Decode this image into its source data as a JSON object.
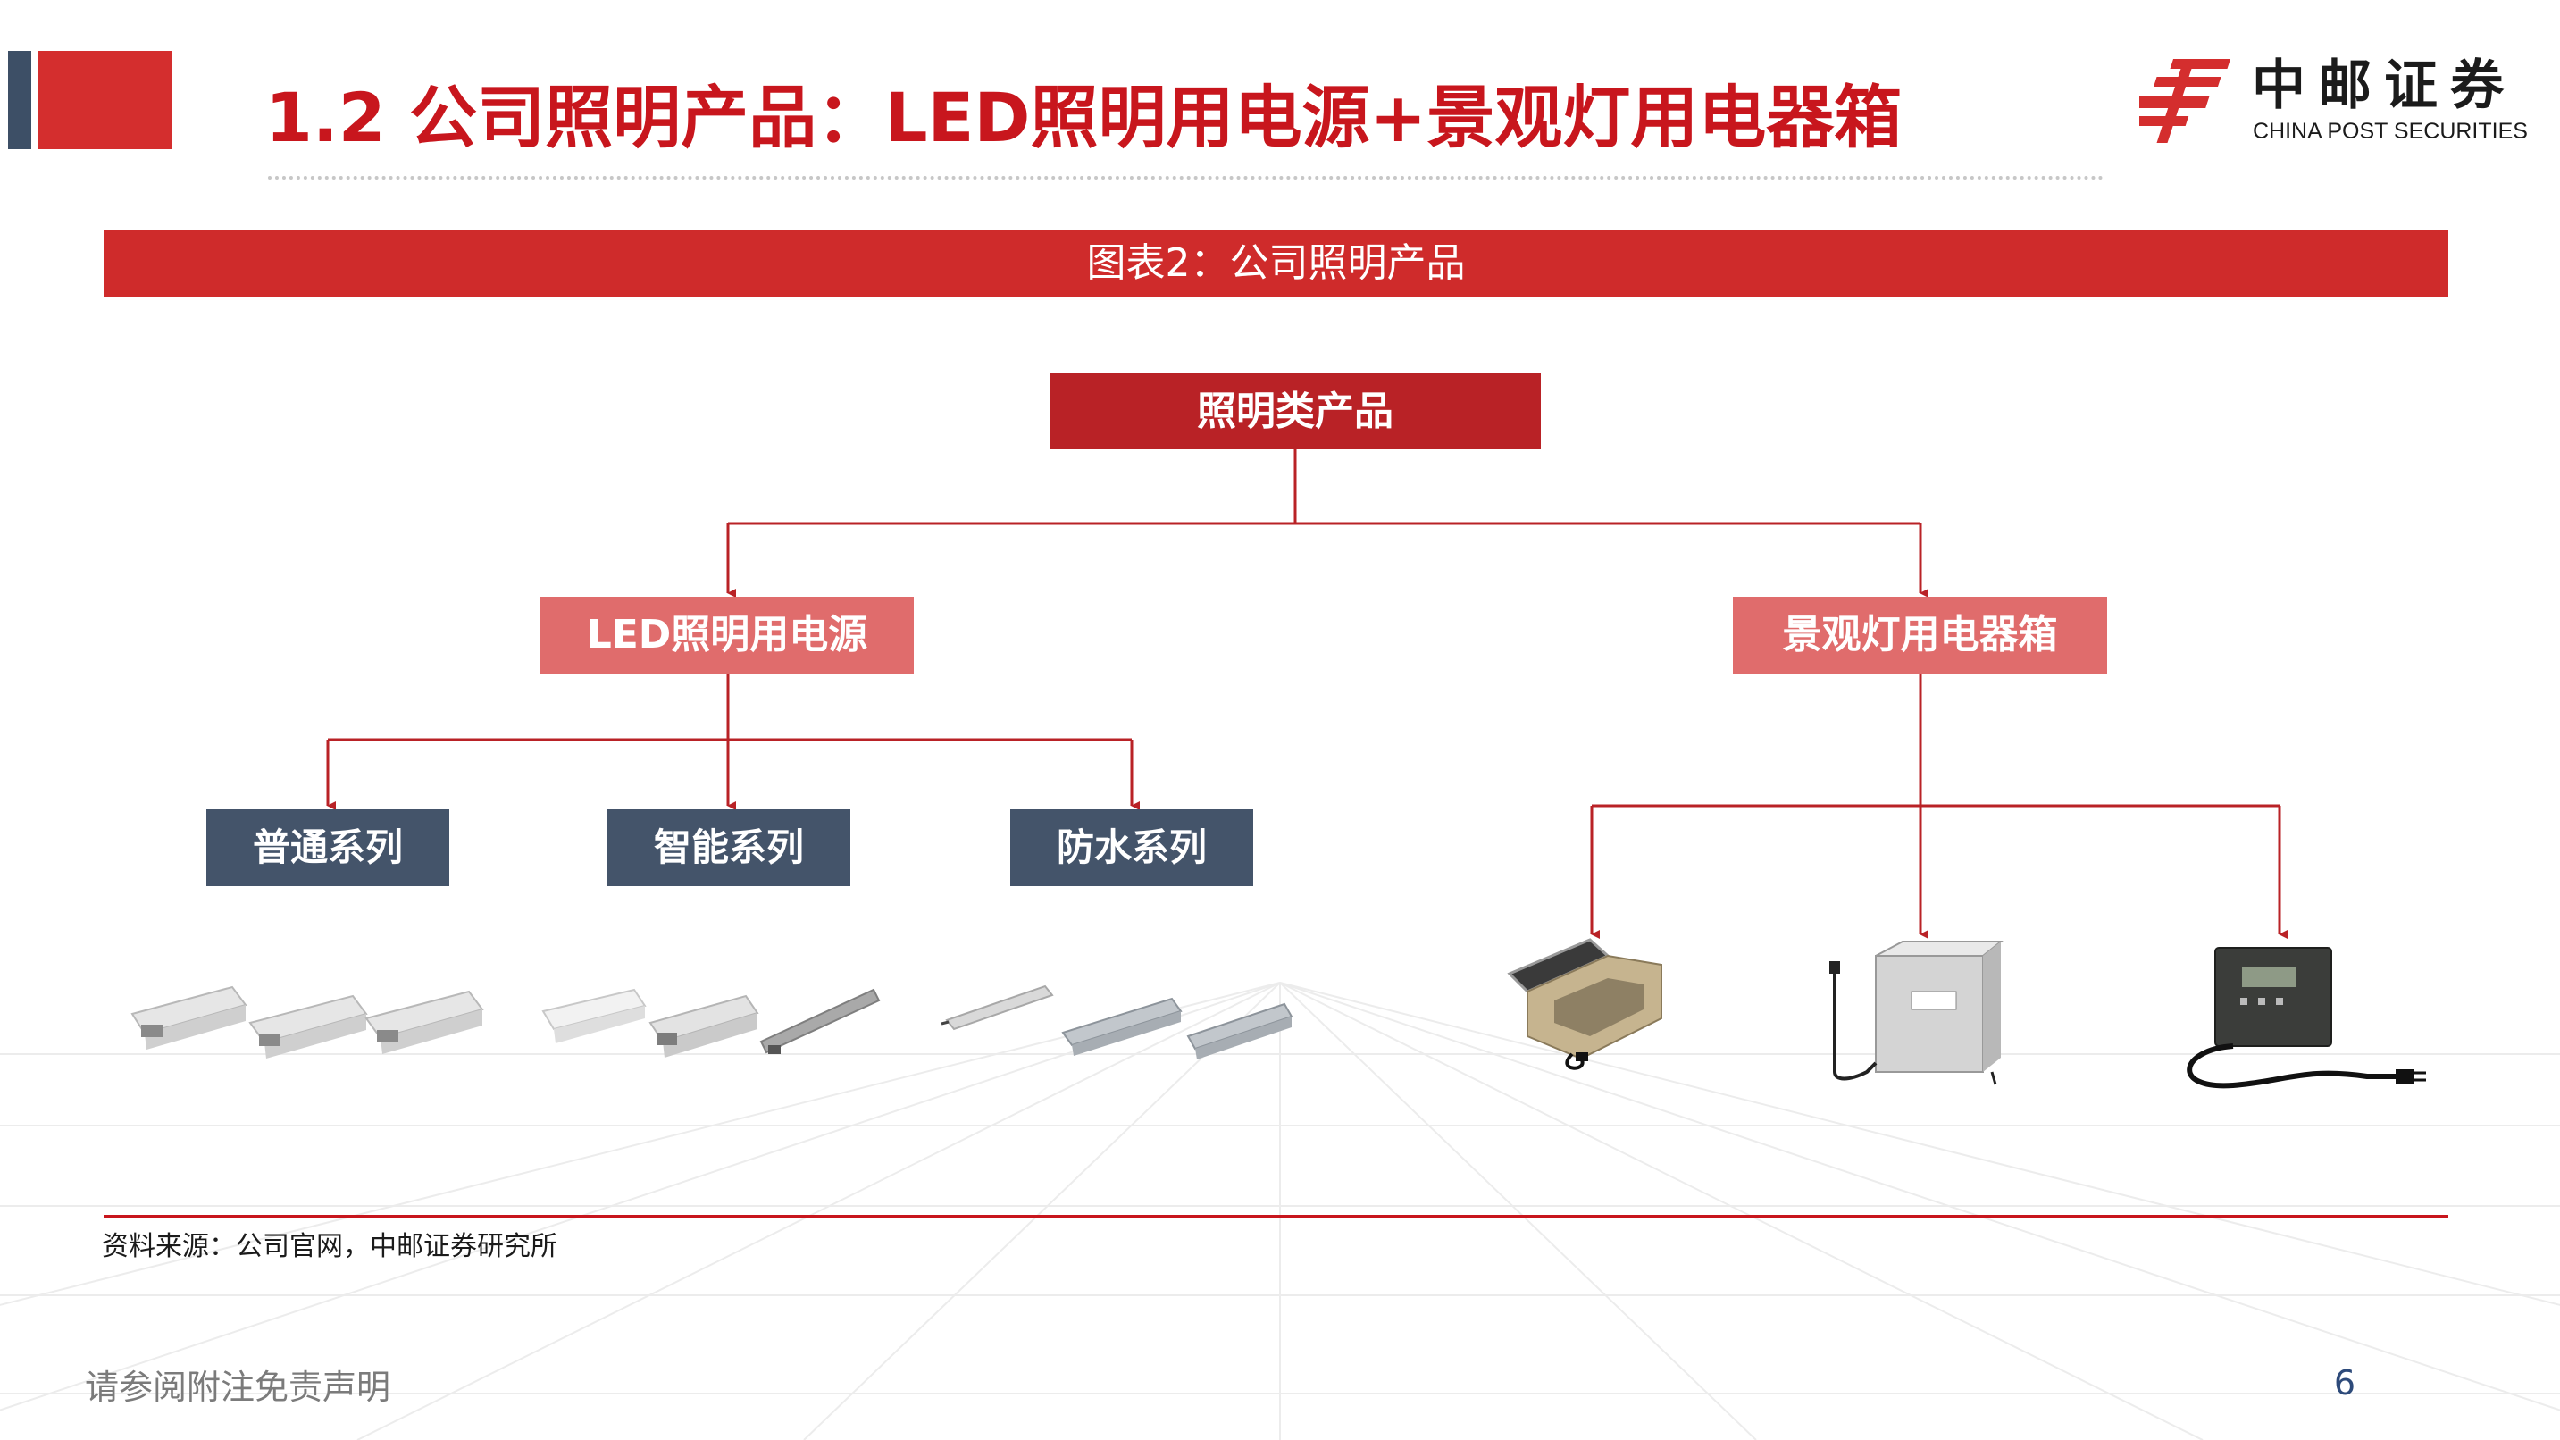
{
  "header": {
    "title": "1.2 公司照明产品：LED照明用电源+景观灯用电器箱",
    "logo_cn": "中邮证券",
    "logo_en": "CHINA POST SECURITIES"
  },
  "figure": {
    "caption": "图表2：公司照明产品"
  },
  "diagram": {
    "root": "照明类产品",
    "branches": [
      {
        "label": "LED照明用电源",
        "series": [
          "普通系列",
          "智能系列",
          "防水系列"
        ]
      },
      {
        "label": "景观灯用电器箱",
        "series": []
      }
    ]
  },
  "footer": {
    "source": "资料来源：公司官网，中邮证券研究所",
    "disclaimer": "请参阅附注免责声明",
    "page": "6"
  },
  "colors": {
    "brand_red": "#c8161d",
    "banner_red": "#cf2b2b",
    "root_red": "#b92226",
    "branch_pink": "#e06c6c",
    "series_slate": "#44546a",
    "connector": "#b92226"
  }
}
